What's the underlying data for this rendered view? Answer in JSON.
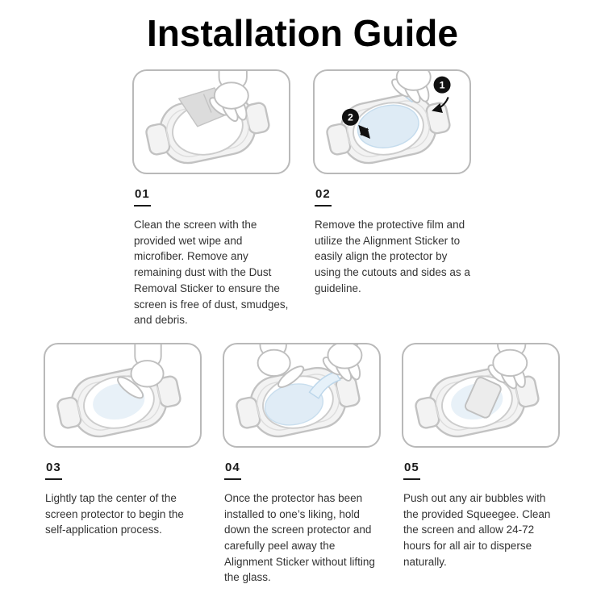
{
  "title": "Installation Guide",
  "steps": [
    {
      "number": "01",
      "text": "Clean the screen with the provided wet wipe and microfiber. Remove any remaining dust with the Dust Removal Sticker to ensure the screen is free of dust, smudges, and debris."
    },
    {
      "number": "02",
      "text": "Remove the protective film and utilize the Alignment Sticker to easily align the protector by using the cutouts and sides as a guideline.",
      "badges": [
        "1",
        "2"
      ]
    },
    {
      "number": "03",
      "text": "Lightly tap the center of the screen protector to begin the self-application process."
    },
    {
      "number": "04",
      "text": "Once the protector has been installed to one’s liking, hold down the screen protector and carefully peel away the Alignment Sticker without lifting the glass."
    },
    {
      "number": "05",
      "text": "Push out any air bubbles with the provided Squeegee. Clean the screen and allow 24-72 hours for all air to disperse naturally."
    }
  ],
  "colors": {
    "text": "#333333",
    "heading": "#000000",
    "panel_border": "#b9b9b9",
    "outline_gray": "#c2c2c2",
    "film_blue": "#d9e8f4",
    "badge_black": "#111111"
  }
}
